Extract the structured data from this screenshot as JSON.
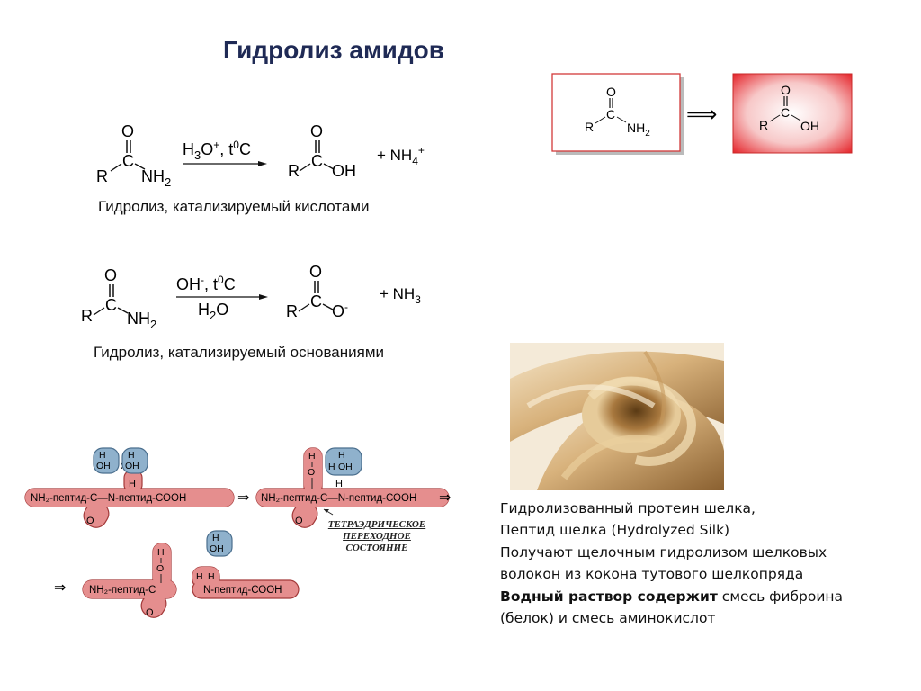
{
  "title": "Гидролиз амидов",
  "reaction_acid": {
    "reactant": {
      "o": "O",
      "c": "C",
      "r": "R",
      "nh2": "NH",
      "sub2": "2"
    },
    "conditions": {
      "h3o_h": "H",
      "h3o_3": "3",
      "h3o_o": "O",
      "h3o_plus": "+",
      "comma_t": ", t",
      "t0": "0",
      "tc": "C"
    },
    "product": {
      "o": "O",
      "c": "C",
      "r": "R",
      "oh": "OH"
    },
    "byproduct": {
      "plus": "+ NH",
      "sub": "4",
      "sup": "+"
    },
    "caption": "Гидролиз, катализируемый кислотами"
  },
  "reaction_base": {
    "reactant": {
      "o": "O",
      "c": "C",
      "r": "R",
      "nh2": "NH",
      "sub2": "2"
    },
    "conditions": {
      "oh": "OH",
      "oh_minus": "-",
      "comma_t": ", t",
      "t0": "0",
      "tc": "C",
      "h2o_h": "H",
      "h2o_2": "2",
      "h2o_o": "O"
    },
    "product": {
      "o": "O",
      "c": "C",
      "r": "R",
      "ominus_o": "O",
      "ominus_minus": "-"
    },
    "byproduct": {
      "plus": "+ NH",
      "sub": "3"
    },
    "caption": "Гидролиз, катализируемый основаниями"
  },
  "scheme_box": {
    "left": {
      "o": "O",
      "c": "C",
      "r": "R",
      "nh": "NH",
      "sub": "2"
    },
    "arrow": "⟹",
    "right": {
      "o": "O",
      "c": "C",
      "r": "R",
      "oh": "OH"
    }
  },
  "peptide": {
    "step1": {
      "chain": "NH₂-пептид-С—N-пептид-СООН",
      "h": "H",
      "o": "O",
      "water1": [
        "H",
        "OH"
      ],
      "water2": [
        "H",
        "OH"
      ],
      "colon": ":"
    },
    "step2": {
      "chain": "NH₂-пептид-С—N-пептид-СООН",
      "h": "H",
      "o_top": "H",
      "o_mid": "O",
      "o": "O",
      "water": [
        "H",
        "H",
        "OH"
      ],
      "note": [
        "ТЕТРАЭДРИЧЕСКОЕ",
        "ПЕРЕХОДНОЕ",
        "СОСТОЯНИЕ"
      ]
    },
    "step3": {
      "acid": "NH₂-пептид-С",
      "h": "H",
      "o_mid": "O",
      "o": "O",
      "amine": "N-пептид-СООН",
      "amine_h": "H",
      "amine_h2": "H",
      "water": [
        "H",
        "OH"
      ]
    },
    "arrow": "⇒"
  },
  "silk": {
    "line1": "Гидролизованный протеин шелка,",
    "line2": "Пептид шелка (Hydrolyzed Silk)",
    "line3": "Получают щелочным гидролизом шелковых",
    "line4": "волокон из кокона тутового шелкопряда",
    "line5_bold": "Водный раствор содержит",
    "line5_rest": " смесь фиброина",
    "line6": "(белок) и смесь аминокислот"
  },
  "colors": {
    "title": "#1f2a55",
    "peptide_fill": "#e58e8e",
    "peptide_stroke": "#a33a3a",
    "water_fill": "#8fb1cc",
    "water_stroke": "#4b6f8e",
    "box_red": "#e5262c",
    "box_border": "#d23a3a"
  }
}
